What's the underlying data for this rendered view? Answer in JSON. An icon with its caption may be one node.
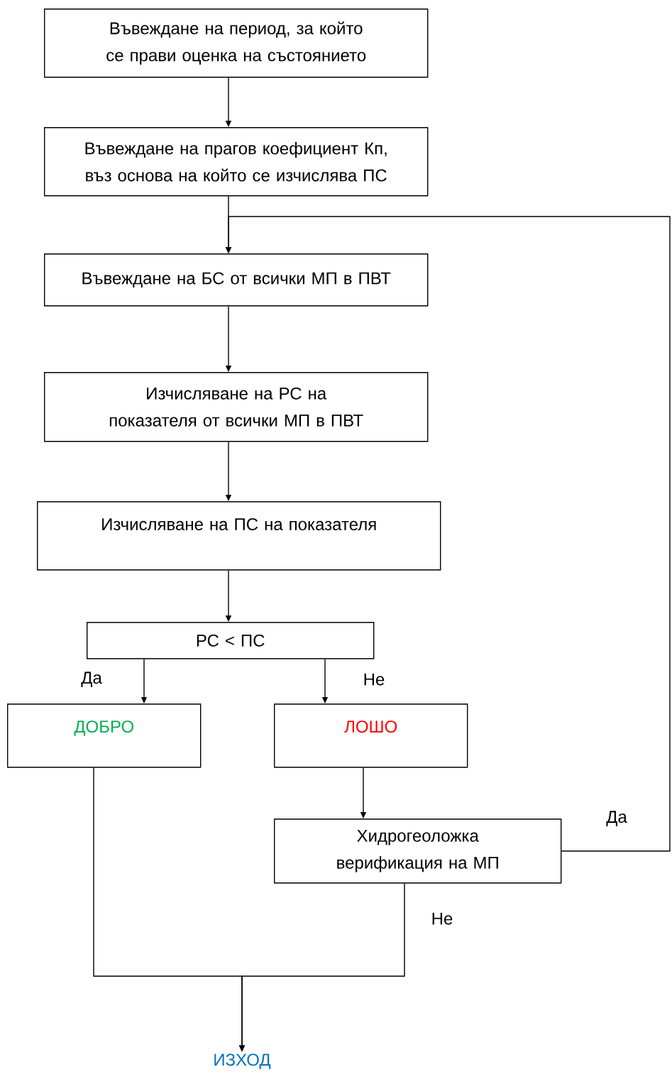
{
  "diagram": {
    "nodes": [
      {
        "text": [
          "Въвеждане на период, за който се прави оценка на състоянието"
        ]
      },
      {
        "text": [
          "Въвеждане на прагов коефициент Кп, въз основа на който се изчислява ПС"
        ]
      },
      {
        "text": [
          "Въвеждане на БС от всички МП в ПВТ"
        ]
      },
      {
        "text": [
          "Изчисляване на РС на показателя от всички МП в ПВТ"
        ]
      },
      {
        "text": [
          "Изчисляване на ПС на показателя"
        ]
      },
      {
        "text": [
          "РС < ПС"
        ]
      },
      {
        "text": [
          "ДОБРО"
        ]
      },
      {
        "text": [
          "ЛОШО"
        ]
      },
      {
        "text": [
          "Хидрогеоложка верификация на МП"
        ]
      },
      {
        "text": [
          "ИЗХОД"
        ]
      }
    ],
    "edges": [
      {
        "from": 0,
        "to": 1,
        "arrow": "to"
      },
      {
        "from": 1,
        "to": 2,
        "arrow": "to"
      },
      {
        "from": 2,
        "to": 3,
        "arrow": "to"
      },
      {
        "from": 3,
        "to": 4,
        "arrow": "to"
      },
      {
        "from": 4,
        "to": 5,
        "arrow": "to"
      },
      {
        "from": 5,
        "to": 6,
        "arrow": "to",
        "label": "Да"
      },
      {
        "from": 5,
        "to": 7,
        "arrow": "to",
        "label": "Не"
      },
      {
        "from": 7,
        "to": 8,
        "arrow": "to"
      },
      {
        "from": 8,
        "to": 2,
        "arrow": "to",
        "label": "Да"
      },
      {
        "from": 6,
        "to": 9,
        "arrow": "to"
      },
      {
        "from": 8,
        "to": 9,
        "arrow": "to",
        "label": "Не"
      }
    ]
  }
}
